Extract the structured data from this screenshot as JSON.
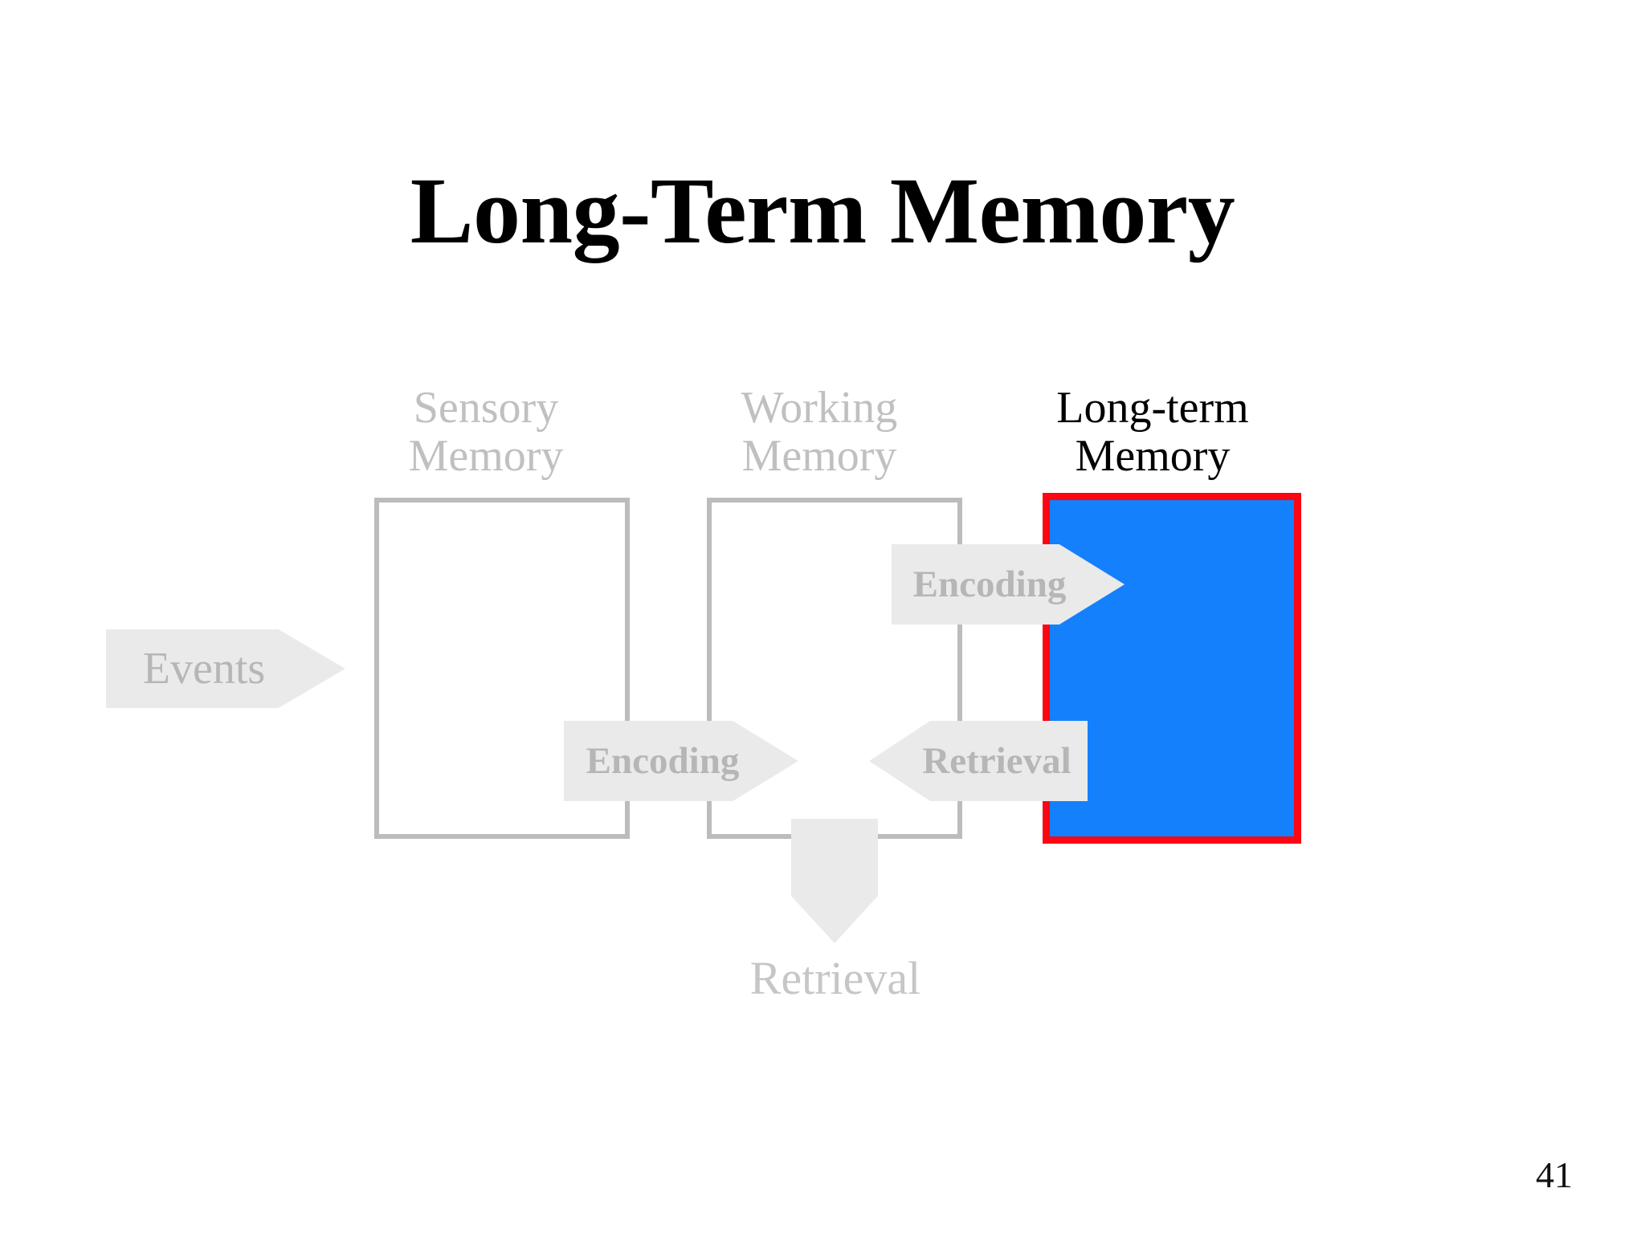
{
  "slide": {
    "title": "Long-Term Memory",
    "page_number": "41",
    "background_color": "#ffffff"
  },
  "colors": {
    "title_text": "#000000",
    "dim_text": "#c0c0c0",
    "arrow_fill": "#eaeaea",
    "arrow_text": "#b6b6b6",
    "box_outline": "#bcbcbc",
    "highlight_fill": "#1580fc",
    "highlight_border": "#fb0612"
  },
  "diagram": {
    "name": "memory-stages-model",
    "stages": [
      {
        "id": "sensory",
        "caption": "Sensory\nMemory",
        "state": "dim",
        "fill": "#ffffff",
        "border": "#bcbcbc"
      },
      {
        "id": "working",
        "caption": "Working\nMemory",
        "state": "dim",
        "fill": "#ffffff",
        "border": "#bcbcbc"
      },
      {
        "id": "longterm",
        "caption": "Long-term\nMemory",
        "state": "highlighted",
        "fill": "#1580fc",
        "border": "#fb0612"
      }
    ],
    "arrows": [
      {
        "id": "events",
        "label": "Events",
        "direction": "right",
        "weight": "normal",
        "from": "outside",
        "to": "sensory"
      },
      {
        "id": "encoding-to-longterm",
        "label": "Encoding",
        "direction": "right",
        "weight": "bold",
        "from": "working",
        "to": "longterm"
      },
      {
        "id": "encoding-to-working",
        "label": "Encoding",
        "direction": "right",
        "weight": "bold",
        "from": "sensory",
        "to": "working"
      },
      {
        "id": "retrieval-to-working",
        "label": "Retrieval",
        "direction": "left",
        "weight": "bold",
        "from": "longterm",
        "to": "working"
      },
      {
        "id": "retrieval-output",
        "label": "Retrieval",
        "direction": "down",
        "weight": "normal",
        "from": "working",
        "to": "output"
      }
    ]
  }
}
